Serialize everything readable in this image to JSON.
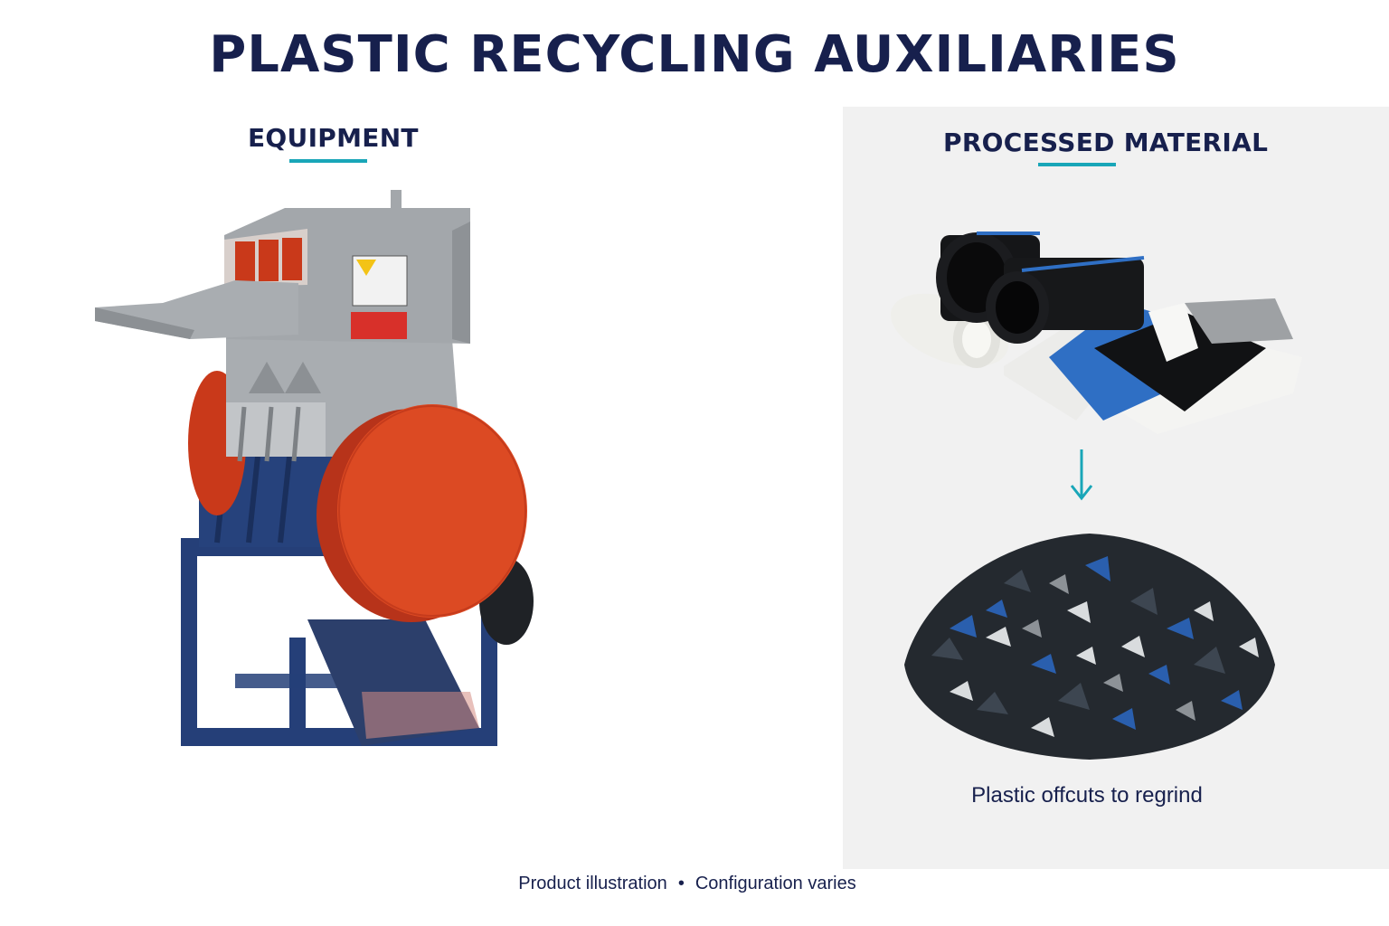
{
  "header": {
    "title": "PLASTIC RECYCLING AUXILIARIES"
  },
  "equipment": {
    "heading": "EQUIPMENT",
    "image": "plastic-granulator-machine"
  },
  "material": {
    "heading": "PROCESSED MATERIAL",
    "top_image": "plastic-pipes-and-sheets",
    "arrow_icon": "arrow-down-icon",
    "bottom_image": "regrind-flakes-pile",
    "caption": "Plastic offcuts to regrind"
  },
  "footer": {
    "left": "Product illustration",
    "separator": "•",
    "right": "Configuration varies"
  },
  "colors": {
    "navy": "#17204d",
    "accent": "#19a6b8",
    "machine_red": "#c9391a",
    "machine_blue": "#253f78",
    "machine_gray": "#a3a7ab"
  }
}
